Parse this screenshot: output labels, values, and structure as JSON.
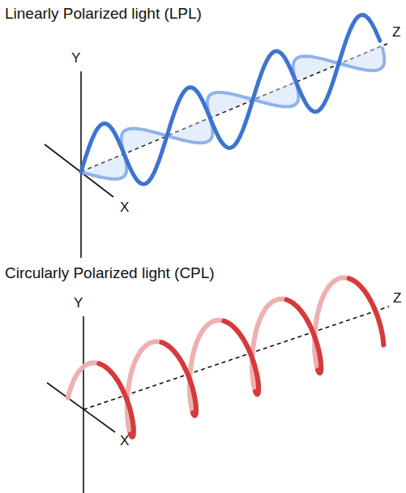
{
  "diagram": {
    "labels": [
      "Linearly Polarized light (LPL)",
      "Y",
      "Z",
      "X",
      "Circularly Polarized light (CPL)",
      "Y",
      "Z",
      "X"
    ]
  }
}
